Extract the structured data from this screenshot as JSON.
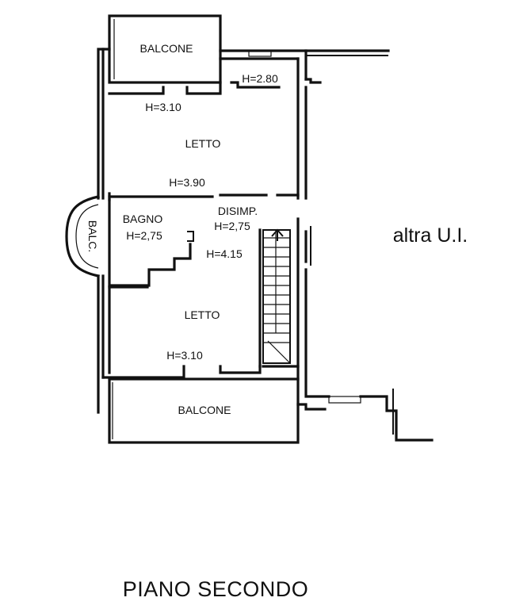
{
  "rooms": {
    "balcony_top": "BALCONE",
    "bedroom_top": "LETTO",
    "bathroom": "BAGNO",
    "bathroom_height": "H=2,75",
    "hallway": "DISIMP.",
    "hallway_height": "H=2,75",
    "bedroom_bottom": "LETTO",
    "balcony_bottom": "BALCONE",
    "small_balcony": "BALC."
  },
  "heights": {
    "top_right": "H=2.80",
    "top_bedroom": "H=3.10",
    "top_bedroom_bottom": "H=3.90",
    "stairs": "H=4.15",
    "bottom_bedroom": "H=3.10"
  },
  "other_unit": "altra U.I.",
  "title": "PIANO SECONDO",
  "colors": {
    "ink": "#111111",
    "paper": "#ffffff"
  }
}
